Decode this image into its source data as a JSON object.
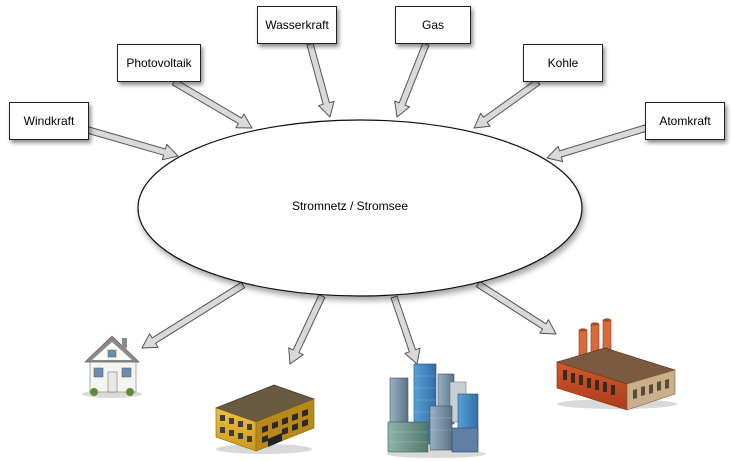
{
  "center": {
    "label": "Stromnetz / Stromsee"
  },
  "sources": [
    {
      "id": "windkraft",
      "label": "Windkraft"
    },
    {
      "id": "photovoltaik",
      "label": "Photovoltaik"
    },
    {
      "id": "wasserkraft",
      "label": "Wasserkraft"
    },
    {
      "id": "gas",
      "label": "Gas"
    },
    {
      "id": "kohle",
      "label": "Kohle"
    },
    {
      "id": "atomkraft",
      "label": "Atomkraft"
    }
  ],
  "consumers": [
    {
      "id": "house",
      "icon": "house-icon"
    },
    {
      "id": "apartment-building",
      "icon": "apartment-building-icon"
    },
    {
      "id": "city",
      "icon": "city-skyline-icon"
    },
    {
      "id": "factory",
      "icon": "factory-icon"
    }
  ],
  "colors": {
    "arrow_fill": "#d9d9d9",
    "arrow_stroke": "#555555",
    "box_border": "#222222"
  }
}
